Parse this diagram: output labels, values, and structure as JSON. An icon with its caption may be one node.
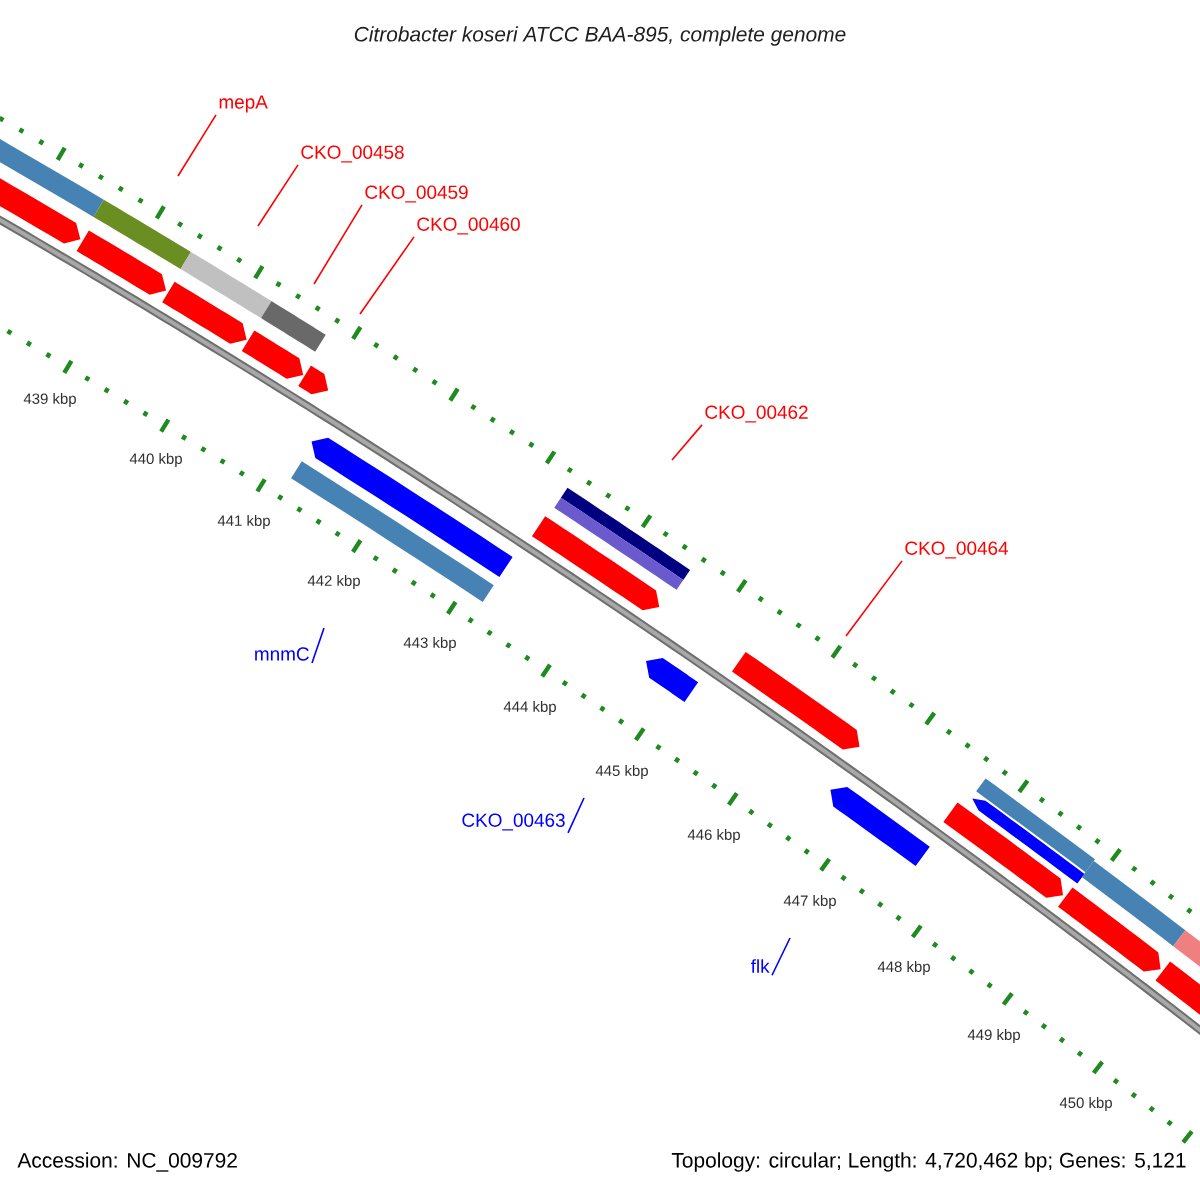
{
  "diagram": {
    "title": "Citrobacter koseri ATCC BAA-895, complete genome",
    "nodes": [
      {
        "text": [
          "mepA"
        ]
      },
      {
        "text": [
          "CKO_00458"
        ]
      },
      {
        "text": [
          "CKO_00459"
        ]
      },
      {
        "text": [
          "CKO_00460"
        ]
      },
      {
        "text": [
          "CKO_00462"
        ]
      },
      {
        "text": [
          "CKO_00464"
        ]
      },
      {
        "text": [
          "mnmC"
        ]
      },
      {
        "text": [
          "CKO_00463"
        ]
      },
      {
        "text": [
          "flk"
        ]
      }
    ],
    "edges": [
      {
        "from": 0,
        "to": null,
        "arrow": "none"
      },
      {
        "from": 1,
        "to": null,
        "arrow": "none"
      },
      {
        "from": 2,
        "to": null,
        "arrow": "none"
      },
      {
        "from": 3,
        "to": null,
        "arrow": "none"
      },
      {
        "from": 4,
        "to": null,
        "arrow": "none"
      },
      {
        "from": 5,
        "to": null,
        "arrow": "none"
      },
      {
        "from": 6,
        "to": null,
        "arrow": "none",
        "color": "#0000ff"
      },
      {
        "from": 7,
        "to": null,
        "arrow": "none",
        "color": "#0000ff"
      },
      {
        "from": 8,
        "to": null,
        "arrow": "none",
        "color": "#0000ff"
      }
    ],
    "labels": [
      "439 kbp",
      "440 kbp",
      "441 kbp",
      "442 kbp",
      "443 kbp",
      "444 kbp",
      "445 kbp",
      "446 kbp",
      "447 kbp",
      "448 kbp",
      "449 kbp",
      "450 kbp",
      "Accession: NC_009792",
      "Topology: circular; Length: 4,720,462 bp; Genes: 5,121"
    ]
  }
}
